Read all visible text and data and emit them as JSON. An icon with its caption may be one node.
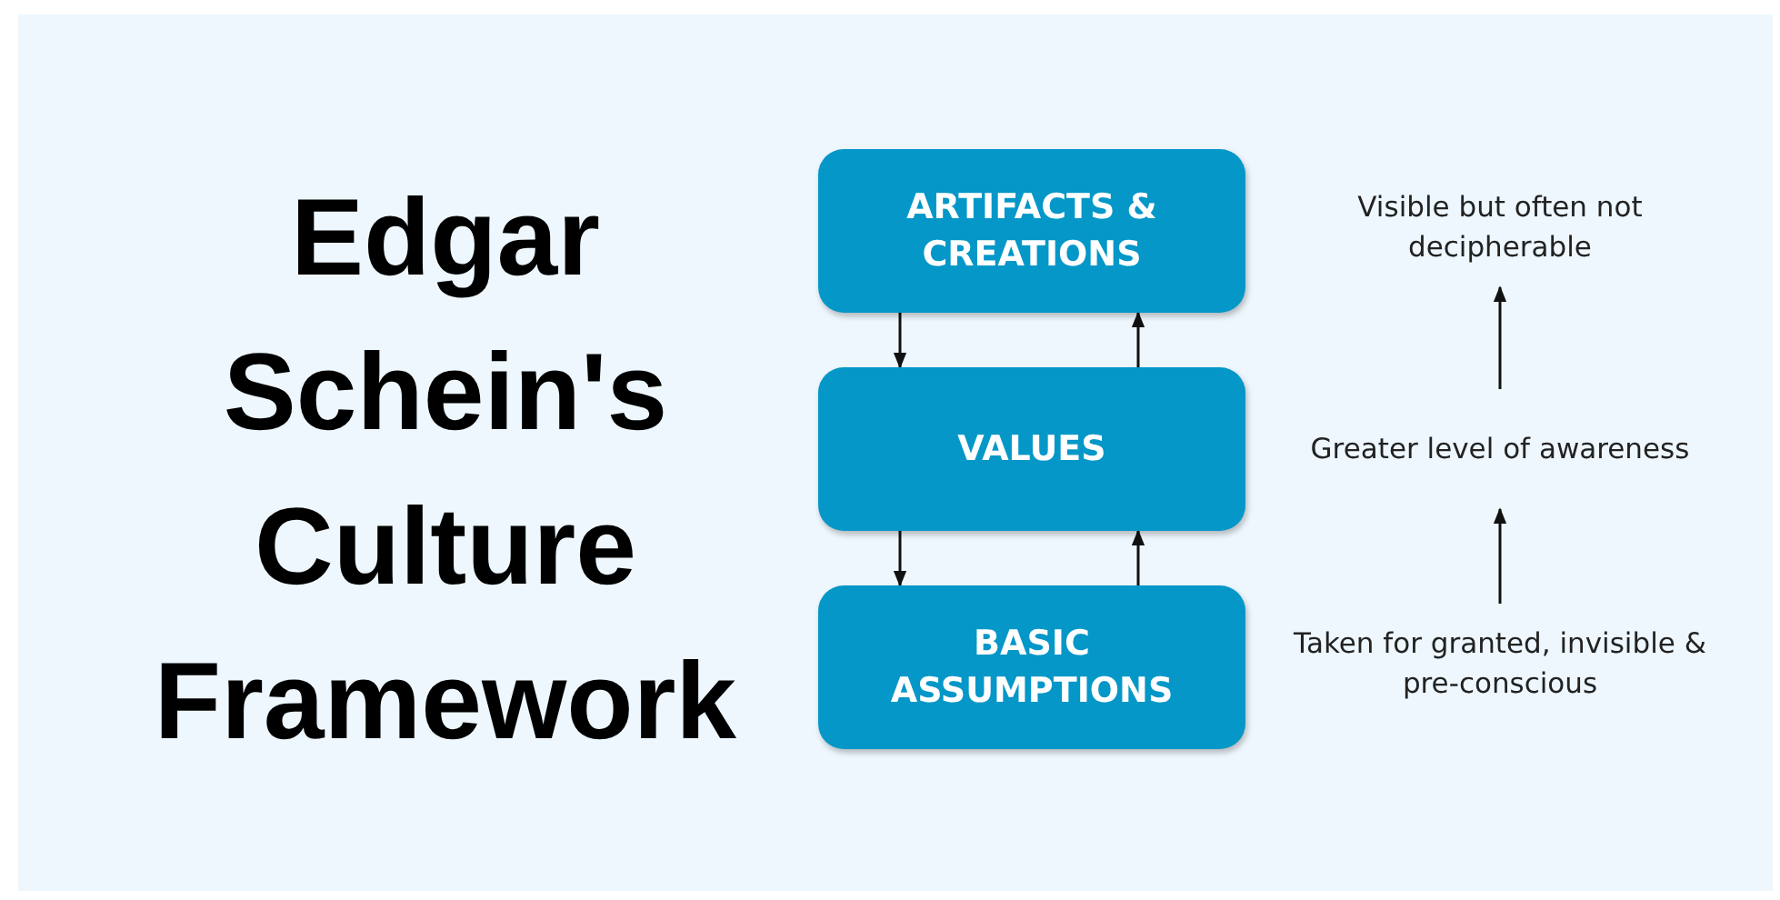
{
  "diagram": {
    "title": "Edgar Schein's Culture Framework",
    "nodes": [
      {
        "text": [
          "ARTIFACTS & CREATIONS"
        ]
      },
      {
        "text": [
          "VALUES"
        ]
      },
      {
        "text": [
          "BASIC ASSUMPTIONS"
        ]
      },
      {
        "text": [
          "Visible but often not decipherable"
        ]
      },
      {
        "text": [
          "Greater level of awareness"
        ]
      },
      {
        "text": [
          "Taken for granted, invisible & pre-conscious"
        ]
      }
    ],
    "edges": [
      {
        "from": 0,
        "to": 1,
        "arrow": "to"
      },
      {
        "from": 1,
        "to": 0,
        "arrow": "to"
      },
      {
        "from": 1,
        "to": 2,
        "arrow": "to"
      },
      {
        "from": 2,
        "to": 1,
        "arrow": "to"
      },
      {
        "from": 5,
        "to": 4,
        "arrow": "to"
      },
      {
        "from": 4,
        "to": 3,
        "arrow": "to"
      }
    ]
  }
}
